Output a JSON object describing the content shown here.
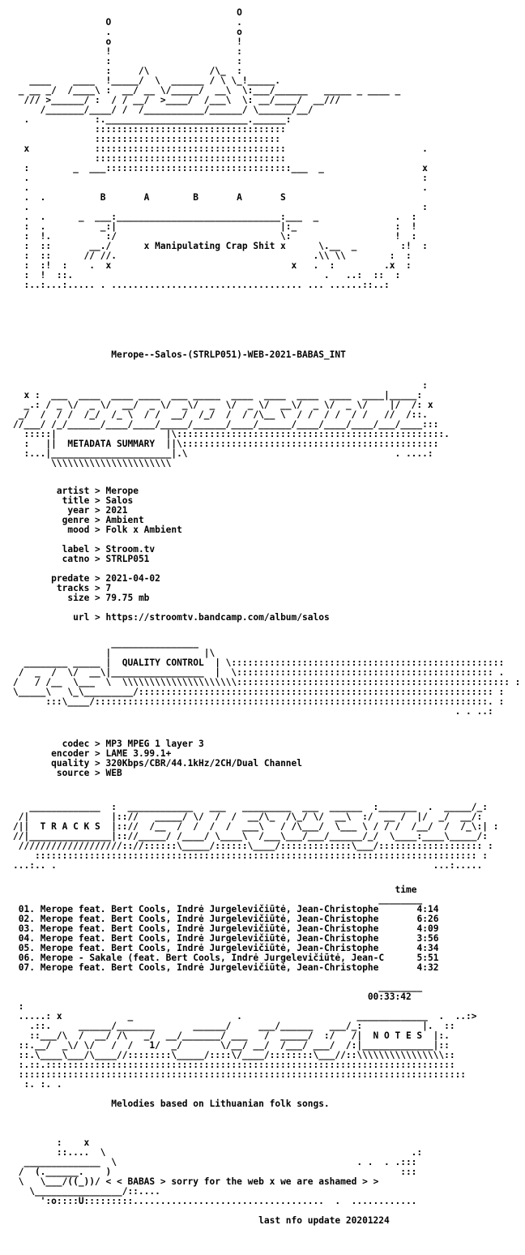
{
  "logo_art": "                                         O                                  \n                 O                       .                                  \n                 .                       o                                  \n                 o                       !                                  \n                 !                       :                                  \n                 :                       :                                  \n                 :     /\\           /\\_  :                                  \n   ____    ____  !_____/  \\  ______ / \\ \\_!_____.                            \n _ __ _/  /____\\ :  __/ __ \\/_____/  __\\  \\:___/______   _____ _ ____ _         \n  /// >______/ :  / / __/  >____/  /___\\  \\: __/____/  __///                   \n     /_______/____/ /  /___________/______/ \\______/__/                      \n  .            :.__________________________.______:                           \n               :::::::::::::::::::::::::::::::::::                           \n               ::::::::::::::::::::::::::::::::::                            \n  x            :::::::::::::::::::::::::::::::::::                         . \n               :::::::::::::::::::::::::::::::::::                           \n  :        _  ___::::::::::::::::::::::::::::::::::___  _                  x \n  .                                                                        : \n  .                                                                        . \n  .  .          B       A        B       A       S                           \n  .                                                                        : \n  .  .      _  ___:______________________________:___  _              .  : \n  :  .          _:|                              |:_                  :  ! \n  :  !.          :/                              \\:                   !  : \n  :  ::       __./      x Manipulating Crap Shit x      \\.__  _        :!  : \n  :  ::      // //.                                    .\\\\ \\\\        :  : \n  :  :!  :    .  x                                 x   .  :         .x  : \n  :  !  ::.                                              .   ..:  ::  : \n  :..:...:..... . ................................... ... ......::..: ",
  "release_name": "Merope--Salos-(STRLP051)-WEB-2021-BABAS_INT",
  "meta_header_art": "                                                                           : \n  x :  ___  ____  ____ ____  ___ _____  ____  ____  ____  ____  ____|_____: \n  _.: / _ \\/  _ \\/  __/  _ \\/  _\\/  _  \\/  _ \\/  __\\/  _ \\/  _ \\/    |/  /: x\n _/  /  / /  /_/  /_ \\  / /  __/  /_/  /  / /\\__ \\  / /  / /  / /   //  /::. \n//___/ /_/______/____/____/_____/______/____/______/____/____/____/___/____::: \n  :::::|                    |\\:::::::::::::::::::::::::::::::::::::::::::::::::. \n  :   ||  METADATA SUMMARY  ||\\::::::::::::::::::::::::::::::::::::::::::::::: \n  :...|______________________|.\\                                      . ....: \n       \\\\\\\\\\\\\\\\\\\\\\\\\\\\\\\\\\\\\\\\\\\\                                               ",
  "metadata": [
    {
      "key": "artist",
      "value": "Merope"
    },
    {
      "key": "title",
      "value": "Salos"
    },
    {
      "key": "year",
      "value": "2021"
    },
    {
      "key": "genre",
      "value": "Ambient"
    },
    {
      "key": "mood",
      "value": "Folk x Ambient"
    },
    {
      "key": "",
      "value": ""
    },
    {
      "key": "label",
      "value": "Stroom.tv"
    },
    {
      "key": "catno",
      "value": "STRLP051"
    },
    {
      "key": "",
      "value": ""
    },
    {
      "key": "predate",
      "value": "2021-04-02"
    },
    {
      "key": "tracks",
      "value": "7"
    },
    {
      "key": "size",
      "value": "79.75 mb"
    },
    {
      "key": "",
      "value": ""
    },
    {
      "key": "url",
      "value": "https://stroomtv.bandcamp.com/album/salos"
    }
  ],
  "qc_header_art": "                  ________________              \n                 |                 |\\            \n  ________ _____ |  QUALITY CONTROL  | \\:::::::::::::::::::::::::::::::::::::::::::::::::: \n /  _  /  \\/  __\\|_________________  |  \\::::::::::::::::::::::::::::::::::::::::::::::: . \n/   / /__  \\___  \\  \\\\\\\\\\\\\\\\\\\\\\\\\\\\\\\\\\\\\\\\\\:::::::::::::::::::::::::::::::::::::::::::::::::: : \n\\_____\\   \\_\\_________/::::::::::::::::::::::::::::::::::::::::::::::::::::::::::::::::: : \n      :::\\____/::::::::::::::::::::::::::::::::::::::::::::::::::::::::::::::::::::::::. : \n                                                                                 . . ..: ",
  "quality": [
    {
      "key": "codec",
      "value": "MP3 MPEG 1 layer 3"
    },
    {
      "key": "encoder",
      "value": "LAME 3.99.1+"
    },
    {
      "key": "quality",
      "value": "320Kbps/CBR/44.1kHz/2CH/Dual Channel"
    },
    {
      "key": "source",
      "value": "WEB"
    }
  ],
  "tracks_header_art": "   _____________  :  ____________   ___   _________  ___  ______  :_______  .  _____/_: \n /|               |:://   _____/ \\/  /  /  __/\\_  /\\_/ \\/  __\\  :/  __ /  |/  _/  __/: \n/||  T R A C K S  |:://  /__  /  /  /  /  ___\\   / /\\___/  \\___ \\ / / /  /__/  /  /_\\:| : \n//|_______________|:://_____/ /____/ \\____\\  /___\\___/___/______/_/  \\____:____\\_____/: \n ///////////////////:://::::::\\_____/::::::\\____/:::::::::::::\\___/::::::::::::::::::: : \n    ::::::::::::::::::::::::::::::::::::::::::::::::::::::::::::::::::::::::::::::::: : \n...:.. .                                                                     ...:..... ",
  "time_header": "time",
  "tracks": [
    {
      "no": "01.",
      "title": "Merope feat. Bert Cools, Indrė Jurgelevičiūtė, Jean-Christophe",
      "time": "4:14"
    },
    {
      "no": "02.",
      "title": "Merope feat. Bert Cools, Indrė Jurgelevičiūtė, Jean-Christophe",
      "time": "6:26"
    },
    {
      "no": "03.",
      "title": "Merope feat. Bert Cools, Indrė Jurgelevičiūtė, Jean-Christophe",
      "time": "4:09"
    },
    {
      "no": "04.",
      "title": "Merope feat. Bert Cools, Indrė Jurgelevičiūtė, Jean-Christophe",
      "time": "3:56"
    },
    {
      "no": "05.",
      "title": "Merope feat. Bert Cools, Indrė Jurgelevičiūtė, Jean-Christophe",
      "time": "4:34"
    },
    {
      "no": "06.",
      "title": "Merope - Sakale (feat. Bert Cools, Indrė Jurgelevičiūtė, Jean-C",
      "time": "5:51"
    },
    {
      "no": "07.",
      "title": "Merope feat. Bert Cools, Indrė Jurgelevičiūtė, Jean-Christophe",
      "time": "4:32"
    }
  ],
  "total_time": "00:33:42",
  "notes_header_art": " :                                                                            \n .....: x            _                   .                     _____________  .  ..:> \n   .::.     ______/_______       ______/     ___/______   ___/_:           |.  :: \n   ::___/\\  /  __/ /\\   _/  __/_______/ ___   /  _____/  :/   /|  N O T E S  |:. \n ::.__/  _\\/ \\/   /  /   1/  _/       \\/__/ __/  /___/ ___/  /:|_____________|:: \n ::.\\____\\___/\\____//::::::::\\_____/::::\\/____/::::::::\\___//::\\\\\\\\\\\\\\\\\\\\\\\\\\\\\\\\:: \n :.::.::::::::::::::::::::::::::::::::::::::::::::::::::::::::::::::::::::::::::: \n :::::::::::::::::::::::::::::::::::::::::::::::::::::::::::::::::::::::::::::::::: \n  :. :. .                                                                        ",
  "notes": "Melodies based on Lithuanian folk songs.",
  "footer_art": "        :    x                                                                \n        ::....  \\                                                        .:  \n  ______________  \\                                            . .  . .:::  \n /  (.______.    )                                                     :::  \n \\   \\___/((_))/ <",
  "footer_message": "< BABAS > sorry for the web x we are ashamed > >",
  "footer_art_tail": "\n   \\________________/::....\n     ':o::::U:::::::::...................................  .  ............",
  "last_update": "last nfo update 20201224"
}
